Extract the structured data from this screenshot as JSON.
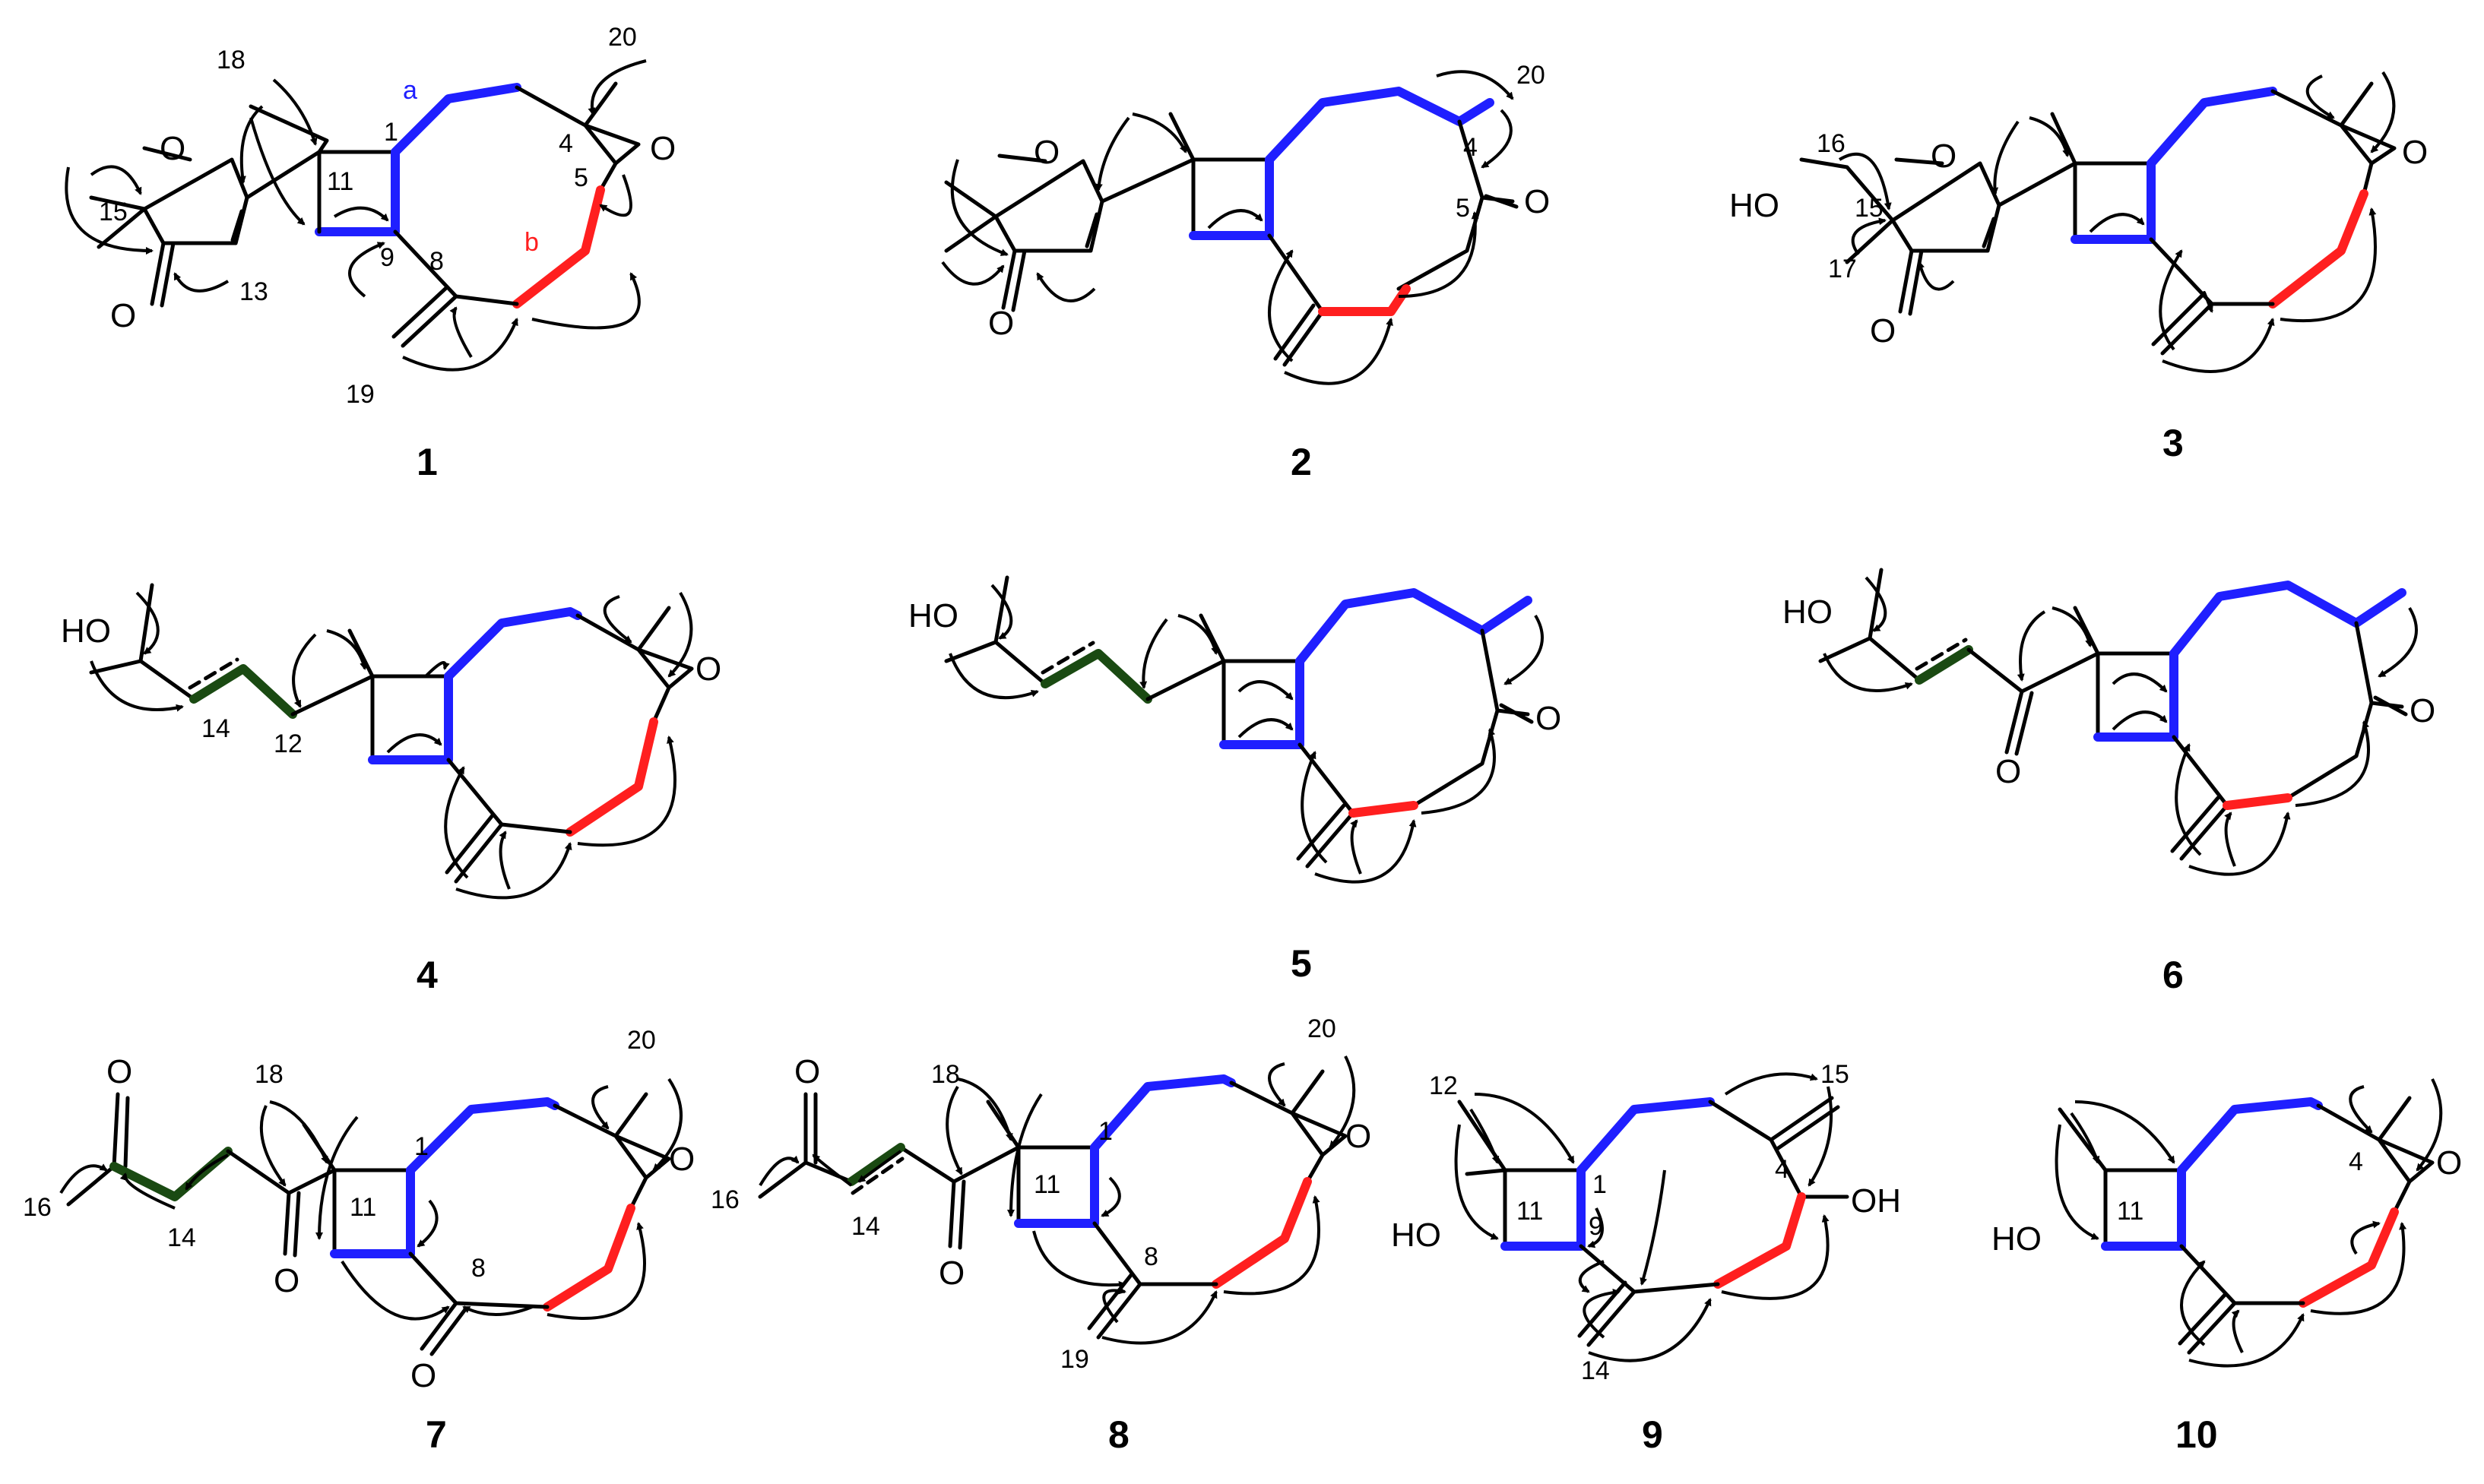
{
  "colors": {
    "bond": "#000000",
    "cosy_blue": "#1f1fff",
    "cosy_red": "#ff1f1f",
    "cosy_green": "#1a4a12",
    "hmbc_arrow": "#000000",
    "fragment_a_label": "#1f1fff",
    "fragment_b_label": "#ff1f1f"
  },
  "compounds": [
    {
      "label": "1",
      "atoms": {
        "o_furan": "O",
        "o_keto": "O",
        "o_epox": "O"
      },
      "numbers": {
        "n18": "18",
        "n20": "20",
        "n1": "1",
        "n4": "4",
        "n11": "11",
        "n15": "15",
        "n5": "5",
        "n9": "9",
        "n8": "8",
        "n13": "13",
        "n19": "19"
      },
      "fragment_labels": {
        "a": "a",
        "b": "b"
      }
    },
    {
      "label": "2",
      "atoms": {
        "o_furan": "O",
        "o_keto": "O",
        "o_c5": "O"
      },
      "numbers": {
        "n20": "20",
        "n4": "4",
        "n5": "5"
      }
    },
    {
      "label": "3",
      "atoms": {
        "ho": "HO",
        "o_furan": "O",
        "o_keto": "O",
        "o_epox": "O"
      },
      "numbers": {
        "n16": "16",
        "n15": "15",
        "n17": "17"
      }
    },
    {
      "label": "4",
      "atoms": {
        "ho": "HO",
        "o_epox": "O"
      },
      "numbers": {
        "n14": "14",
        "n12": "12"
      }
    },
    {
      "label": "5",
      "atoms": {
        "ho": "HO",
        "o_c5": "O"
      },
      "numbers": {}
    },
    {
      "label": "6",
      "atoms": {
        "ho": "HO",
        "o_keto": "O",
        "o_c5": "O"
      },
      "numbers": {}
    },
    {
      "label": "7",
      "atoms": {
        "o_top": "O",
        "o_keto": "O",
        "o_c8": "O",
        "o_epox": "O"
      },
      "numbers": {
        "n18": "18",
        "n20": "20",
        "n1": "1",
        "n16": "16",
        "n14": "14",
        "n11": "11",
        "n8": "8"
      }
    },
    {
      "label": "8",
      "atoms": {
        "o_top": "O",
        "o_keto": "O",
        "o_epox": "O"
      },
      "numbers": {
        "n18": "18",
        "n20": "20",
        "n1": "1",
        "n16": "16",
        "n14": "14",
        "n11": "11",
        "n8": "8",
        "n19": "19"
      }
    },
    {
      "label": "9",
      "atoms": {
        "ho": "HO",
        "oh": "OH"
      },
      "numbers": {
        "n12": "12",
        "n15": "15",
        "n1": "1",
        "n4": "4",
        "n11": "11",
        "n9": "9",
        "n14": "14"
      }
    },
    {
      "label": "10",
      "atoms": {
        "ho": "HO",
        "o_epox": "O"
      },
      "numbers": {
        "n4": "4",
        "n11": "11"
      }
    }
  ]
}
